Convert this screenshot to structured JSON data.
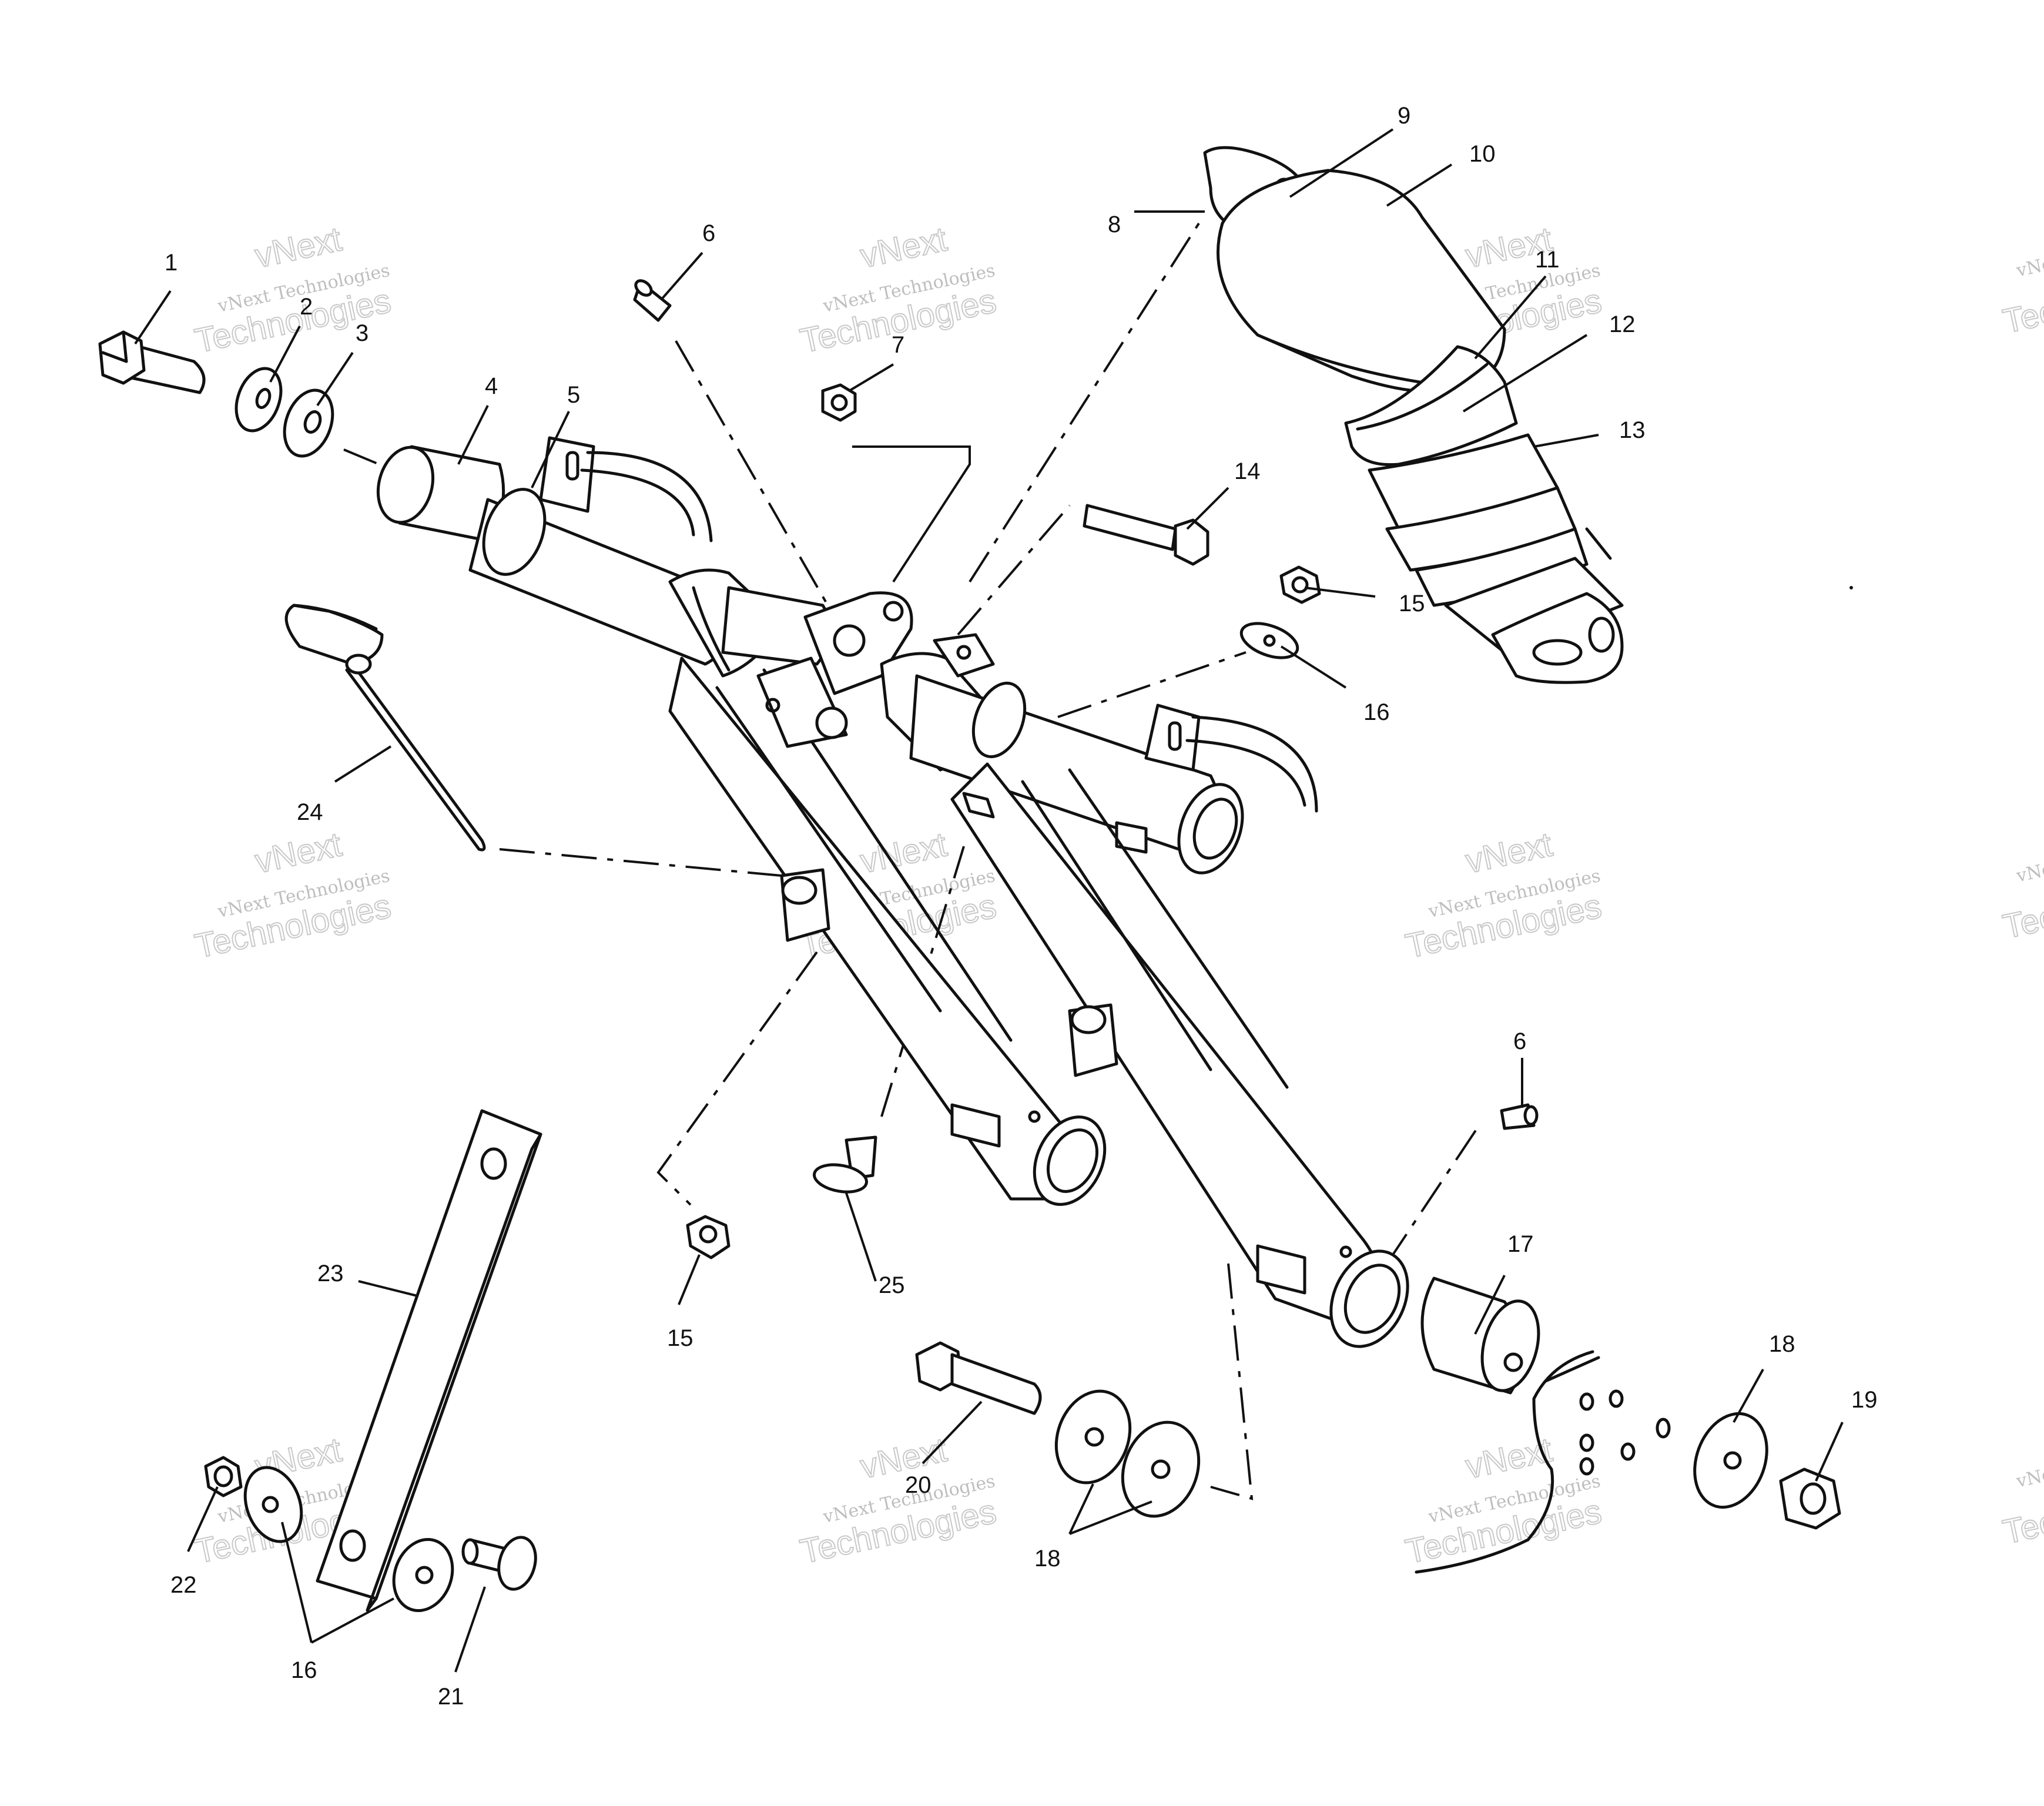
{
  "watermark": {
    "line1": "vNext",
    "line2": "vNext Technologies",
    "line3": "Technologies"
  },
  "callouts": {
    "c1": "1",
    "c2": "2",
    "c3": "3",
    "c4": "4",
    "c5": "5",
    "c6a": "6",
    "c6b": "6",
    "c7": "7",
    "c8": "8",
    "c9": "9",
    "c10": "10",
    "c11": "11",
    "c12": "12",
    "c13": "13",
    "c14": "14",
    "c15a": "15",
    "c15b": "15",
    "c16a": "16",
    "c16b": "16",
    "c17": "17",
    "c18a": "18",
    "c18b": "18",
    "c19": "19",
    "c20": "20",
    "c21": "21",
    "c22": "22",
    "c23": "23",
    "c24": "24",
    "c25": "25"
  },
  "colors": {
    "line": "#111111",
    "background": "#ffffff",
    "watermark": "#c4c4c4"
  }
}
